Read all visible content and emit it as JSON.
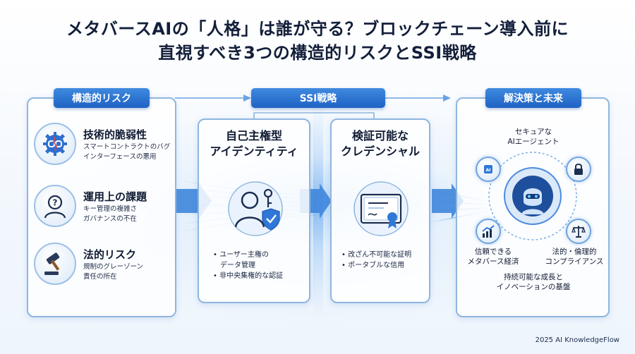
{
  "title": {
    "line1": "メタバースAIの「人格」は誰が守る？ブロックチェーン導入前に",
    "line2": "直視すべき3つの構造的リスクとSSI戦略"
  },
  "risks": {
    "header": "構造的リスク",
    "items": [
      {
        "title": "技術的脆弱性",
        "desc1": "スマートコントラクトのバグ",
        "desc2": "インターフェースの悪用",
        "icon": "broken-chain-gear-icon"
      },
      {
        "title": "運用上の課題",
        "desc1": "キー管理の複雑さ",
        "desc2": "ガバナンスの不在",
        "icon": "person-question-icon"
      },
      {
        "title": "法的リスク",
        "desc1": "規制のグレーゾーン",
        "desc2": "責任の所在",
        "icon": "gavel-icon"
      }
    ]
  },
  "ssi": {
    "header": "SSI戦略",
    "cards": [
      {
        "title1": "自己主権型",
        "title2": "アイデンティティ",
        "bullets": [
          "• ユーザー主権の",
          "　データ管理",
          "• 非中央集権的な認証"
        ],
        "icon": "user-key-shield-icon"
      },
      {
        "title1": "検証可能な",
        "title2": "クレデンシャル",
        "bullets": [
          "• 改ざん不可能な証明",
          "• ポータブルな信用"
        ],
        "icon": "certificate-icon"
      }
    ]
  },
  "solution": {
    "header": "解決策と未来",
    "top_label1": "セキュアな",
    "top_label2": "AIエージェント",
    "left_label1": "信頼できる",
    "left_label2": "メタバース経済",
    "right_label1": "法的・倫理的",
    "right_label2": "コンプライアンス",
    "bottom_label1": "持続可能な成長と",
    "bottom_label2": "イノベーションの基盤",
    "center_icon": "ai-robot-icon"
  },
  "footer": "2025 AI KnowledgeFlow",
  "colors": {
    "accent": "#1f62c4",
    "border": "#8fb6df",
    "text": "#131f3a"
  }
}
